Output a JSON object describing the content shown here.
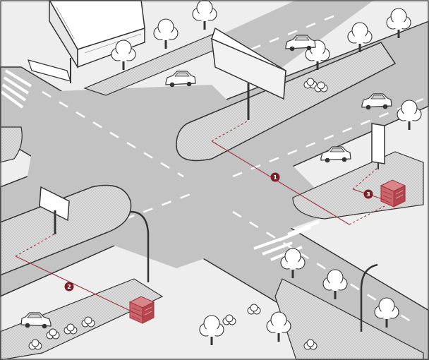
{
  "diagram": {
    "markers": [
      {
        "id": "1",
        "label": "1"
      },
      {
        "id": "2",
        "label": "2"
      },
      {
        "id": "3",
        "label": "3"
      }
    ],
    "colors": {
      "road": "#c3c3c3",
      "sidewalk": "#eeeeee",
      "median": "#d9d9d9",
      "outline": "#333333",
      "accent": "#a3323a",
      "kiosk": "#d9858a",
      "lane_mark": "#ffffff",
      "foliage": "#ffffff"
    },
    "icons": [
      "car-icon",
      "tree-icon",
      "billboard-icon",
      "kiosk-icon",
      "streetlight-icon",
      "building-icon",
      "bus-shelter-icon"
    ]
  }
}
